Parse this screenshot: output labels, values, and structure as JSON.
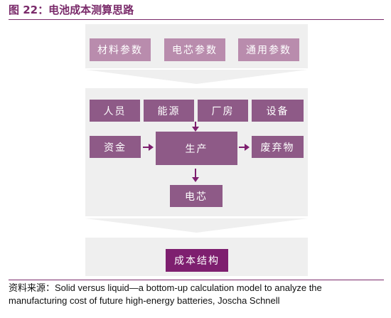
{
  "title": "图 22：电池成本测算思路",
  "params": [
    "材料参数",
    "电芯参数",
    "通用参数"
  ],
  "inputs": [
    "人员",
    "能源",
    "厂房",
    "设备"
  ],
  "capital": "资金",
  "production": "生产",
  "waste": "废弃物",
  "cell": "电芯",
  "result": "成本结构",
  "source_line1": "资料来源：Solid versus liquid—a bottom-up calculation model to analyze the",
  "source_line2": "manufacturing cost of future high-energy batteries, Joscha Schnell",
  "colors": {
    "accent": "#7a2a6a",
    "box_light": "#b98cad",
    "box_mid": "#8e5a87",
    "box_dark": "#7e1f6f",
    "panel": "#efefef"
  }
}
